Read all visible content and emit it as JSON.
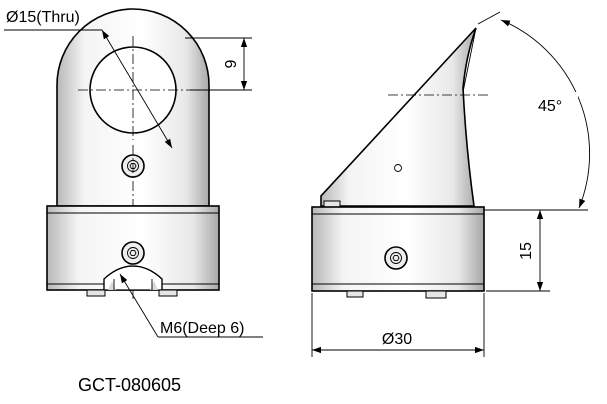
{
  "labels": {
    "hole_diameter": "Ø15(Thru)",
    "hole_height": "9",
    "angle": "45°",
    "base_height": "15",
    "thread": "M6(Deep 6)",
    "base_diameter": "Ø30",
    "part_number": "GCT-080605"
  }
}
